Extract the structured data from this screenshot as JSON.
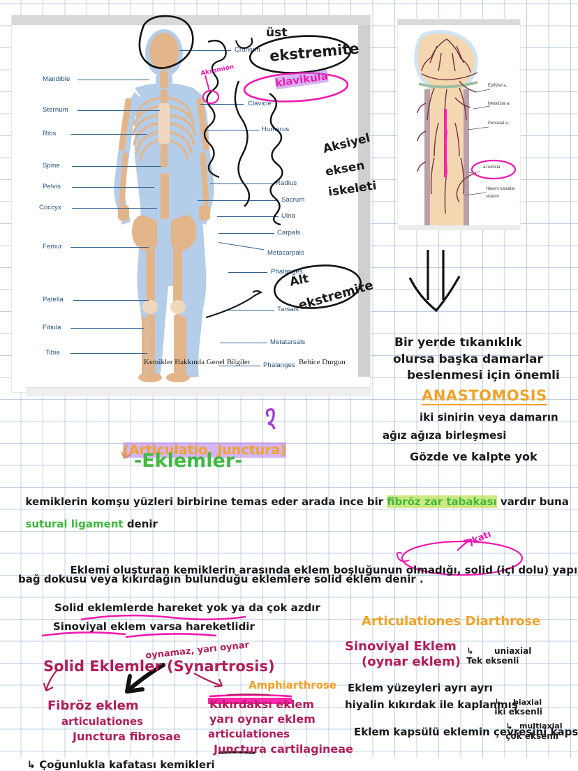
{
  "document": {
    "type": "handwritten-lecture-notes",
    "language": "tr",
    "paper": "blue-grid-notebook"
  },
  "slide": {
    "title_caption": "Kemikler Hakkında Genel Bilgiler",
    "author_caption": "Behice Durgun",
    "skeleton_labels_left": [
      "Mandible",
      "Sternum",
      "Ribs",
      "Spine",
      "Pelvis",
      "Coccyx",
      "Femur",
      "Patella",
      "Fibula",
      "Tibia"
    ],
    "skeleton_labels_right": [
      "Cranium",
      "Clavicle",
      "Humerus",
      "Radius",
      "Sacrum",
      "Ulna",
      "Carpals",
      "Metacarpals",
      "Phalanges",
      "Tarsals",
      "Metatarsals",
      "Phalanges"
    ]
  },
  "bone_diagram": {
    "labels": [
      "Epifizial a.",
      "Metafizial a.",
      "Periostal a.",
      "a.nutricia",
      "Havers kanallar",
      "sistemi"
    ],
    "circled_label": "a.nutricia"
  },
  "annotations_on_slide": [
    {
      "id": "ust-ekstremite",
      "text": "üst\nekstremite",
      "color": "#1a1a1a",
      "shape": "ellipse"
    },
    {
      "id": "klavikula",
      "text": "klavikula",
      "color": "#ef19b0",
      "shape": "ellipse",
      "highlight": "#b278e8"
    },
    {
      "id": "akromion",
      "text": "Akromion",
      "color": "#ef19b0",
      "shape": "arrow-circle"
    },
    {
      "id": "aksiyel",
      "text": "Aksiyel\neksen\niskeleti",
      "color": "#1a1a1a",
      "shape": "brace"
    },
    {
      "id": "alt-ekstremite",
      "text": "Alt\nekstremite",
      "color": "#1a1a1a",
      "shape": "ellipse"
    }
  ],
  "notes_right_column": {
    "arrow": "down-arrow",
    "lines": [
      "Bir yerde tıkanıklık",
      "olursa başka damarlar",
      "beslenmesi için önemli"
    ],
    "heading": "ANASTOMOSIS",
    "heading_color": "#f0a32a",
    "body": [
      "iki sinirin veya damarın",
      "ağız ağıza birleşmesi",
      "Gözde ve kalpte yok"
    ]
  },
  "section_title": {
    "latin": "(Articulatio, Junctura)",
    "latin_color": "#f0a32a",
    "latin_highlight": "#b278e8",
    "turkish": "-Eklemler-",
    "turkish_color": "#3fb93f",
    "arrow_color": "#f0a32a",
    "scribble_color": "#a33fd1"
  },
  "paragraphs": [
    {
      "id": "p1",
      "runs": [
        {
          "text": "kemiklerin komşu yüzleri birbirine temas eder arada ince bir ",
          "color": "#1a1a1a"
        },
        {
          "text": "fibröz zar tabakası",
          "color": "#3fb93f",
          "highlight": "#bee15a"
        },
        {
          "text": " vardır buna",
          "color": "#1a1a1a"
        }
      ]
    },
    {
      "id": "p2",
      "runs": [
        {
          "text": "sutural ligament",
          "color": "#3fb93f"
        },
        {
          "text": " denir",
          "color": "#1a1a1a"
        }
      ]
    },
    {
      "id": "p3",
      "runs": [
        {
          "text": "Eklemi oluşturan kemiklerin arasında eklem boşluğunun olmadığı, ",
          "color": "#1a1a1a"
        },
        {
          "text": "solid (içi dolu)",
          "color": "#1a1a1a",
          "circled": "#ef19b0"
        },
        {
          "text": " yapılar olan fibröz",
          "color": "#1a1a1a"
        }
      ],
      "margin_note": {
        "text": "katı",
        "color": "#ef19b0"
      }
    },
    {
      "id": "p4",
      "runs": [
        {
          "text": "bağ dokusu veya kıkırdağın bulunduğu eklemlere solid eklem denir .",
          "color": "#1a1a1a"
        }
      ]
    },
    {
      "id": "p5",
      "runs": [
        {
          "text": "Solid eklemlerde hareket yok ya da çok azdır",
          "color": "#1a1a1a"
        }
      ],
      "underline": "#ef19b0"
    },
    {
      "id": "p6",
      "runs": [
        {
          "text": "Sinoviyal eklem varsa hareketlidir",
          "color": "#1a1a1a"
        }
      ],
      "underline": "#ef19b0"
    }
  ],
  "solid_joints_block": {
    "note_above": "oynamaz, yarı oynar",
    "note_above_color": "#b01e5a",
    "heading": "Solid Eklemler (Synartrosis)",
    "heading_color": "#b01e5a",
    "branch_left": {
      "label": "Fibröz eklem",
      "latin_1": "articulationes",
      "latin_2": "Junctura fibrosae",
      "footnote": "Çoğunlukla kafatası kemikleri",
      "color": "#b01e5a"
    },
    "branch_right": {
      "tag": "Amphiarthrose",
      "tag_color": "#f0a32a",
      "label_1": "Kıkırdaksı eklem",
      "label_2": "yarı oynar eklem",
      "label_2_highlight": "#ff00a0",
      "latin_1": "articulationes",
      "latin_2": "Junctura cartilagineae",
      "color": "#b01e5a"
    }
  },
  "diarthrose_block": {
    "heading": "Articulationes Diarthrose",
    "heading_color": "#f0a32a",
    "subheading_1": "Sinoviyal Eklem",
    "subheading_2": "(oynar eklem)",
    "subheading_color": "#b01e5a",
    "lines": [
      "Eklem yüzeyleri ayrı ayrı",
      "hiyalin kıkırdak ile kaplanmış",
      "Eklem kapsülü eklemin çevresini kapsar"
    ],
    "axis_items": [
      {
        "marker": "↳",
        "tr": "Tek eksenli",
        "lat": "uniaxial"
      },
      {
        "marker": "↳",
        "tr": "iki eksenli",
        "lat": "biaxial"
      },
      {
        "marker": "↳",
        "tr": "çok eksenli",
        "lat": "multiaxial"
      }
    ]
  }
}
